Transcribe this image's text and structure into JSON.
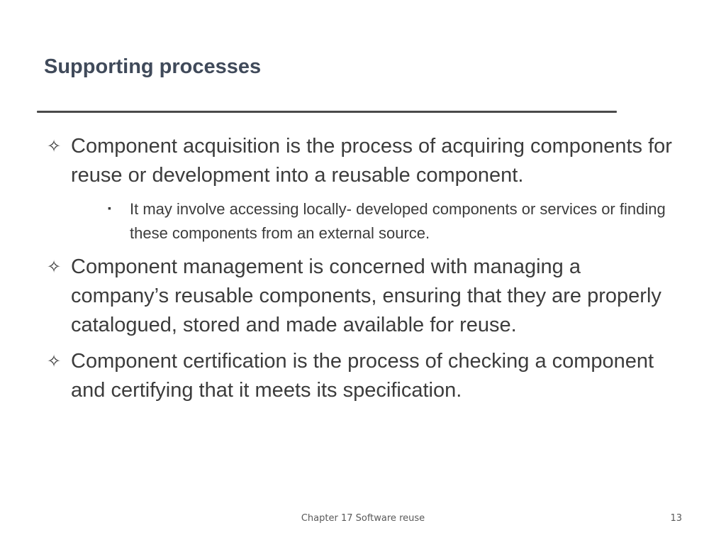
{
  "slide": {
    "title": "Supporting processes",
    "bullets": [
      {
        "marker": "✧",
        "text": "Component acquisition is the process of acquiring components for reuse or development into a reusable component.",
        "sub_bullets": [
          {
            "marker": "▪",
            "text": "It may involve accessing locally- developed components or services or finding these components from an external source."
          }
        ]
      },
      {
        "marker": "✧",
        "text": "Component management is concerned with managing a company’s reusable components, ensuring that they are properly catalogued, stored and made available for reuse."
      },
      {
        "marker": "✧",
        "text": "Component certification is the process of checking a component and certifying that it meets its specification."
      }
    ]
  },
  "footer": {
    "chapter": "Chapter 17 Software reuse",
    "page_number": "13"
  }
}
